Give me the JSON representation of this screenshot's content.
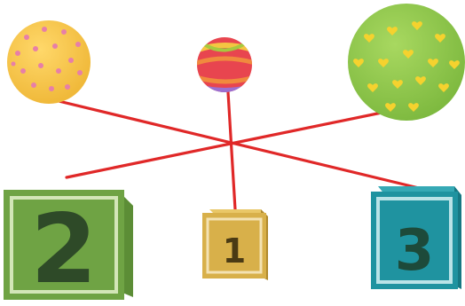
{
  "balls": [
    {
      "id": "left",
      "name": "yellow-pink-dotted-ball",
      "size": "medium",
      "pattern": "dots",
      "base_color": "#f2c14e",
      "pattern_color": "#e77fa8"
    },
    {
      "id": "center",
      "name": "red-striped-ball",
      "size": "small",
      "pattern": "stripes",
      "base_color": "#e8454f",
      "pattern_color": "#f4c542"
    },
    {
      "id": "right",
      "name": "green-heart-ball",
      "size": "large",
      "pattern": "hearts",
      "base_color": "#8cc63f",
      "pattern_color": "#f5d22e"
    }
  ],
  "boxes": [
    {
      "id": "left",
      "label": "2",
      "size": "large",
      "color": "#6fa344"
    },
    {
      "id": "center",
      "label": "1",
      "size": "small",
      "color": "#d8b04a"
    },
    {
      "id": "right",
      "label": "3",
      "size": "medium",
      "color": "#1f93a0"
    }
  ],
  "connections": [
    {
      "from": "ball-left",
      "to": "box-right"
    },
    {
      "from": "ball-right",
      "to": "box-left"
    },
    {
      "from": "ball-center",
      "to": "box-center"
    }
  ],
  "line_color": "#e02828"
}
